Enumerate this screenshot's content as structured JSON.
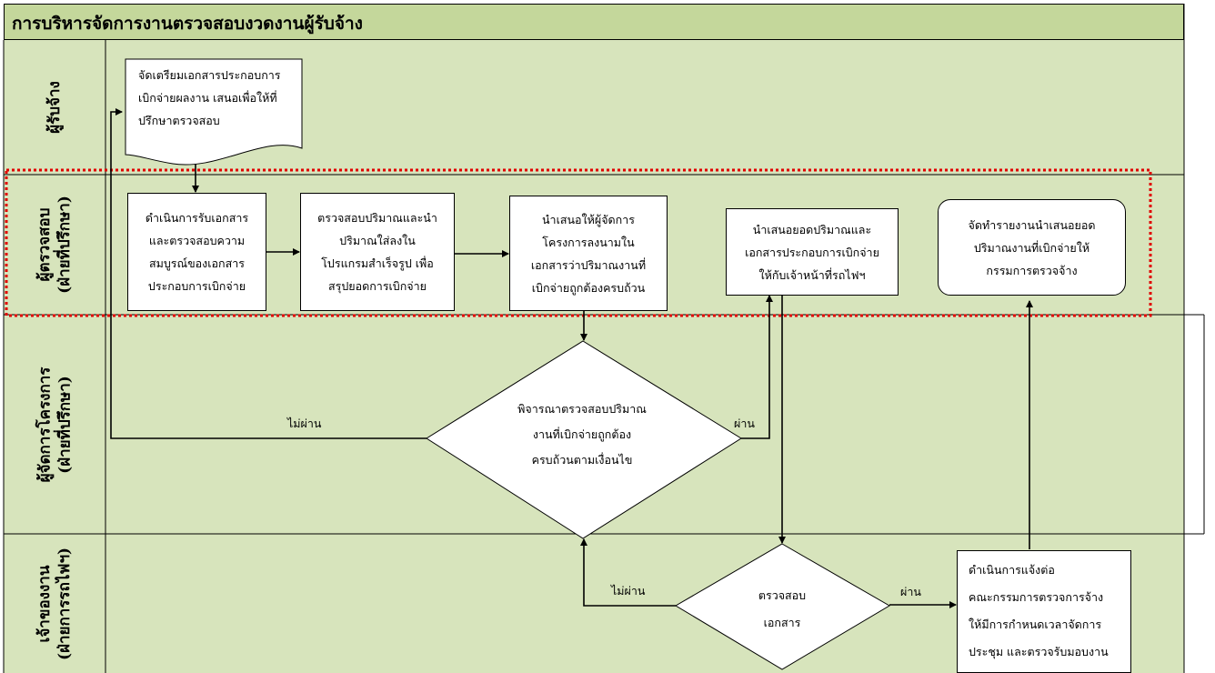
{
  "title": "การบริหารจัดการงานตรวจสอบงวดงานผู้รับจ้าง",
  "lanes": [
    {
      "line1": "ผู้รับจ้าง",
      "line2": ""
    },
    {
      "line1": "ผู้ตรวจสอบ",
      "line2": "(ฝ่ายที่ปรึกษา)"
    },
    {
      "line1": "ผู้จัดการโครงการ",
      "line2": "(ฝ่ายที่ปรึกษา)"
    },
    {
      "line1": "เจ้าของงาน",
      "line2": "(ฝ่ายการรถไฟฯ)"
    }
  ],
  "nodes": {
    "prepare_docs": "จัดเตรียมเอกสารประกอบการ\nเบิกจ่ายผลงาน เสนอเพื่อให้ที่\nปรึกษาตรวจสอบ",
    "receive_docs": "ดำเนินการรับเอกสาร\nและตรวจสอบความ\nสมบูรณ์ของเอกสาร\nประกอบการเบิกจ่าย",
    "check_quantity": "ตรวจสอบปริมาณและนำ\nปริมาณใส่ลงใน\nโปรแกรมสำเร็จรูป เพื่อ\nสรุปยอดการเบิกจ่าย",
    "propose_manager": "นำเสนอให้ผู้จัดการ\nโครงการลงนามใน\nเอกสารว่าปริมาณงานที่\nเบิกจ่ายถูกต้องครบถ้วน",
    "propose_summary": "นำเสนอยอดปริมาณและ\nเอกสารประกอบการเบิกจ่าย\nให้กับเจ้าหน้าที่รถไฟฯ",
    "prepare_report": "จัดทำรายงานนำเสนอยอด\nปริมาณงานที่เบิกจ่ายให้\nกรรมการตรวจจ้าง",
    "decision_manager": "พิจารณาตรวจสอบปริมาณ\nงานที่เบิกจ่ายถูกต้อง\nครบถ้วนตามเงื่อนไข",
    "decision_owner": "ตรวจสอบ\nเอกสาร",
    "notify_committee": "ดำเนินการแจ้งต่อ\nคณะกรรมการตรวจการจ้าง\nให้มีการกำหนดเวลาจัดการ\nประชุม และตรวจรับมอบงาน"
  },
  "edges": {
    "fail_manager": "ไม่ผ่าน",
    "pass_manager": "ผ่าน",
    "fail_owner": "ไม่ผ่าน",
    "pass_owner": "ผ่าน"
  },
  "colors": {
    "lane_fill": "#d7e4bc",
    "title_fill": "#c4d79b",
    "highlight_border": "#e00000"
  }
}
